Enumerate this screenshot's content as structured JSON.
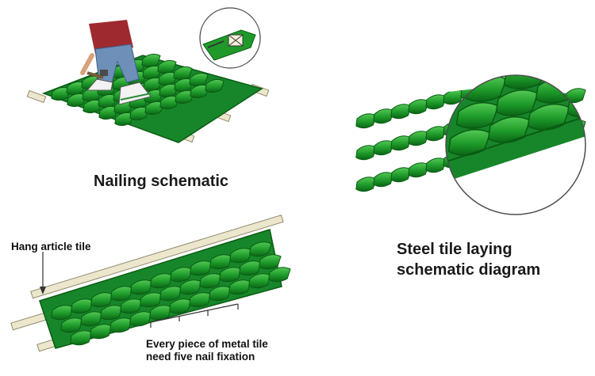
{
  "captions": {
    "nailing": "Nailing schematic",
    "laying_line1": "Steel tile laying",
    "laying_line2": "schematic diagram"
  },
  "annotations": {
    "hang_article": "Hang article tile",
    "nail_line1": "Every piece of metal tile",
    "nail_line2": "need five nail fixation"
  },
  "colors": {
    "tile_green": "#1f9a2a",
    "tile_dark": "#0b6a17",
    "tile_light": "#5fd160",
    "batten": "#e9e3c8",
    "jeans": "#6d8fb8",
    "shirt": "#9e2a30"
  }
}
